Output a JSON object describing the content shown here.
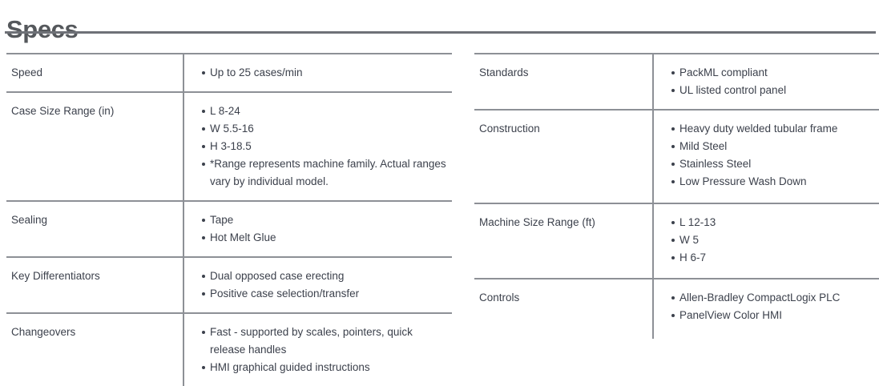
{
  "page": {
    "title": "Specs"
  },
  "tables": {
    "left": {
      "rows": [
        {
          "label": "Speed",
          "bullets": [
            "Up to 25 cases/min"
          ]
        },
        {
          "label": "Case Size Range (in)",
          "bullets": [
            "L 8-24",
            "W 5.5-16",
            "H 3-18.5",
            "*Range represents machine family. Actual ranges vary by individual model."
          ]
        },
        {
          "label": "Sealing",
          "bullets": [
            "Tape",
            "Hot Melt Glue"
          ]
        },
        {
          "label": "Key Differentiators",
          "bullets": [
            "Dual opposed case erecting",
            "Positive case selection/transfer"
          ]
        },
        {
          "label": "Changeovers",
          "bullets": [
            "Fast - supported by scales, pointers, quick release handles",
            "HMI graphical guided instructions"
          ]
        }
      ]
    },
    "right": {
      "rows": [
        {
          "label": "Standards",
          "bullets": [
            "PackML compliant",
            "UL listed control panel"
          ]
        },
        {
          "label": "Construction",
          "bullets": [
            "Heavy duty welded tubular frame",
            "Mild Steel",
            "Stainless Steel",
            "Low Pressure Wash Down"
          ]
        },
        {
          "label": "Machine Size Range (ft)",
          "bullets": [
            "L 12-13",
            "W 5",
            "H 6-7"
          ]
        },
        {
          "label": "Controls",
          "bullets": [
            "Allen-Bradley CompactLogix PLC",
            "PanelView Color HMI"
          ]
        }
      ]
    }
  },
  "colors": {
    "heading_text": "#55585c",
    "rule": "#6e7177",
    "table_rule": "#8d9096",
    "body_text": "#3c414c"
  }
}
